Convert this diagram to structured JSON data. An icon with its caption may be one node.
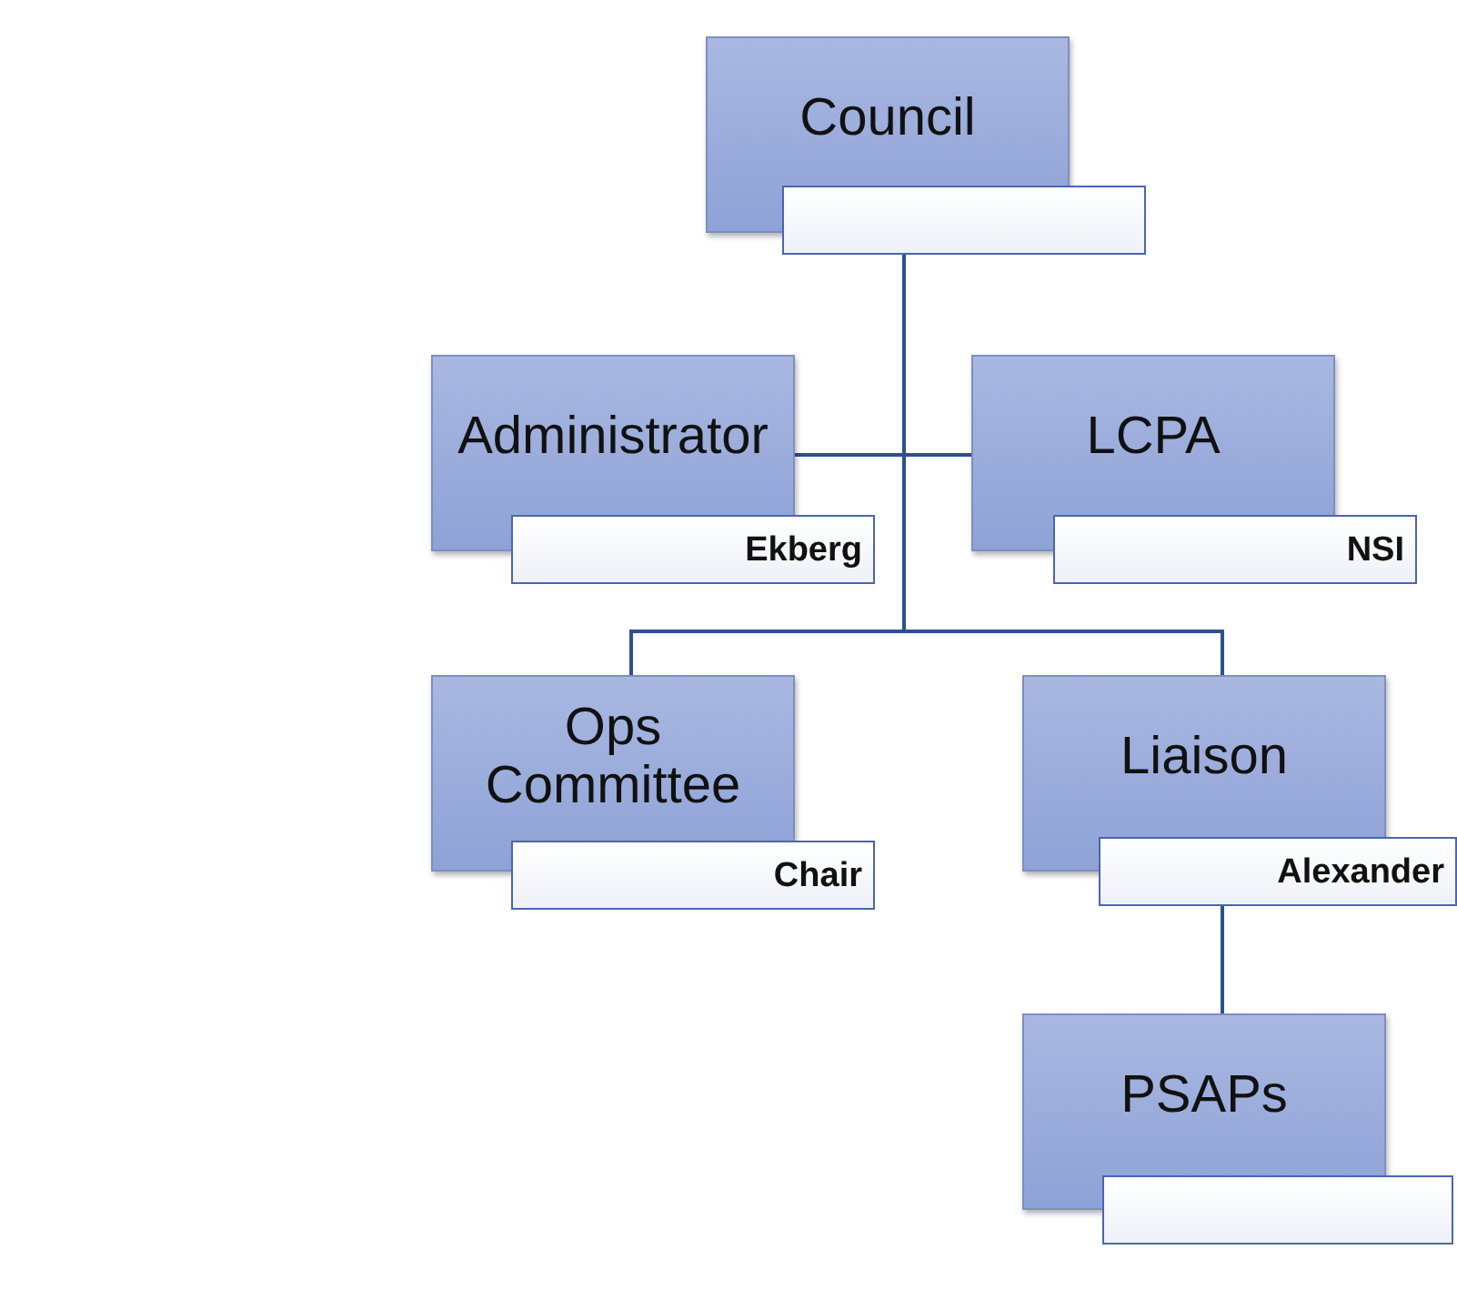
{
  "diagram": {
    "nodes": [
      {
        "text": [
          "Council"
        ]
      },
      {
        "text": [
          "Administrator",
          "Ekberg"
        ]
      },
      {
        "text": [
          "LCPA",
          "NSI"
        ]
      },
      {
        "text": [
          "Ops Committee",
          "Chair"
        ]
      },
      {
        "text": [
          "Liaison",
          "Alexander"
        ]
      },
      {
        "text": [
          "PSAPs"
        ]
      },
      {
        "text": [],
        "shape": "box"
      },
      {
        "text": [],
        "shape": "box"
      }
    ],
    "edges": [
      {
        "from": 6,
        "to": 1,
        "arrow": "none"
      },
      {
        "from": 6,
        "to": 2,
        "arrow": "none"
      },
      {
        "from": 6,
        "to": 3,
        "arrow": "none"
      },
      {
        "from": 6,
        "to": 4,
        "arrow": "none"
      },
      {
        "from": 4,
        "to": 5,
        "arrow": "none"
      }
    ]
  }
}
